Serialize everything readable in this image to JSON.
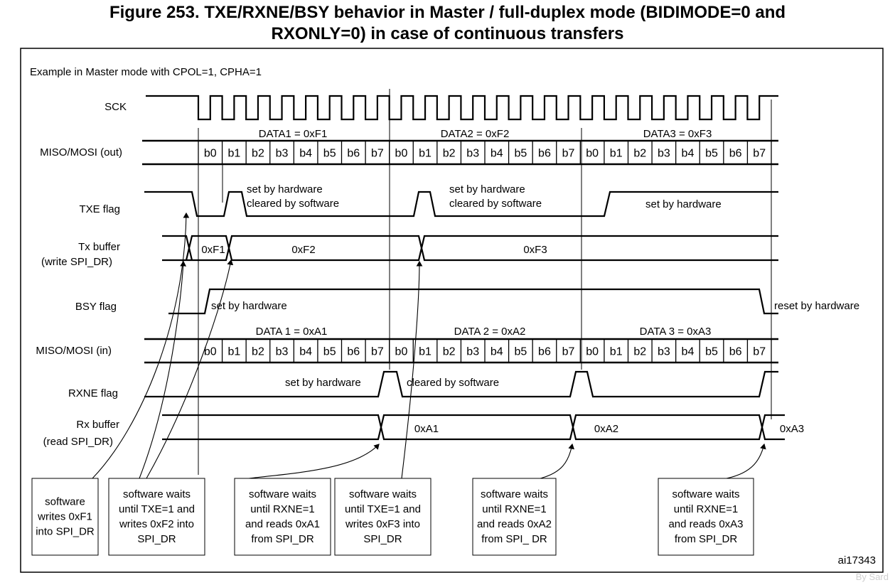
{
  "title": {
    "line1": "Figure 253. TXE/RXNE/BSY behavior in Master / full-duplex mode (BIDIMODE=0 and",
    "line2": "RXONLY=0) in case of continuous transfers"
  },
  "subtitle": "Example in Master mode with CPOL=1, CPHA=1",
  "signals": {
    "sck": "SCK",
    "miso_mosi_out": "MISO/MOSI (out)",
    "txe": "TXE flag",
    "tx_buffer_1": "Tx buffer",
    "tx_buffer_2": "(write SPI_DR)",
    "bsy": "BSY flag",
    "miso_mosi_in": "MISO/MOSI (in)",
    "rxne": "RXNE flag",
    "rx_buffer_1": "Rx buffer",
    "rx_buffer_2": "(read SPI_DR)"
  },
  "bits": [
    "b0",
    "b1",
    "b2",
    "b3",
    "b4",
    "b5",
    "b6",
    "b7"
  ],
  "data_out": [
    "DATA1 = 0xF1",
    "DATA2 = 0xF2",
    "DATA3 = 0xF3"
  ],
  "data_in": [
    "DATA 1 = 0xA1",
    "DATA 2 = 0xA2",
    "DATA 3 = 0xA3"
  ],
  "tx_values": [
    "0xF1",
    "0xF2",
    "0xF3"
  ],
  "rx_values": [
    "0xA1",
    "0xA2",
    "0xA3"
  ],
  "annotations": {
    "txe_1a": "set by hardware",
    "txe_1b": "cleared by software",
    "txe_2a": "set by hardware",
    "txe_2b": "cleared by software",
    "txe_3": "set by hardware",
    "bsy_set": "set by hardware",
    "bsy_reset": "reset by hardware",
    "rxne_set": "set by hardware",
    "rxne_cleared": "cleared by software"
  },
  "boxes": [
    [
      "software",
      "writes 0xF1",
      "into SPI_DR"
    ],
    [
      "software waits",
      "until TXE=1 and",
      "writes 0xF2 into",
      "SPI_DR"
    ],
    [
      "software waits",
      "until RXNE=1",
      "and reads 0xA1",
      "from SPI_DR"
    ],
    [
      "software waits",
      "until TXE=1 and",
      "writes 0xF3 into",
      "SPI_DR"
    ],
    [
      "software waits",
      "until RXNE=1",
      "and reads 0xA2",
      "from SPI_ DR"
    ],
    [
      "software waits",
      "until RXNE=1",
      "and reads 0xA3",
      "from SPI_DR"
    ]
  ],
  "figure_id": "ai17343",
  "watermark": "By Sard"
}
